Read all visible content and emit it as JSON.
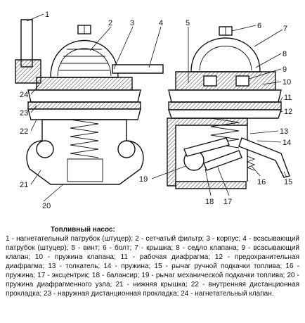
{
  "callouts": [
    "1",
    "2",
    "3",
    "4",
    "5",
    "6",
    "7",
    "8",
    "9",
    "10",
    "11",
    "12",
    "13",
    "14",
    "15",
    "16",
    "17",
    "18",
    "19",
    "20",
    "21",
    "22",
    "23",
    "24"
  ],
  "caption": {
    "title": "Топливный насос:",
    "body": "1 - нагнетательный патрубок (штуцер); 2 - сетчатый фильтр; 3 - корпус; 4 - всасывающий патрубок (штуцер); 5 - винт; 6 - болт; 7 - крышка; 8 - седло клапана; 9 - всасывающий клапан; 10 - пружина клапана; 11 - рабочая диафрагма; 12 - предохранительная диафрагма; 13 - толкатель; 14 - пружина; 15 - рычаг ручной подкачки топлива; 16 - пружина; 17 - эксцентрик; 18 - балансир; 19 - рычаг механической подкачки топлива; 20 - пружина диафрагменного узла; 21 - нижняя крышка; 22 - внутренняя дистанционная прокладка; 23 - наружная дистанционная прокладка; 24 - нагнетательный клапан."
  },
  "colors": {
    "ink": "#111111",
    "hatch": "#555555",
    "paper": "#ffffff"
  }
}
